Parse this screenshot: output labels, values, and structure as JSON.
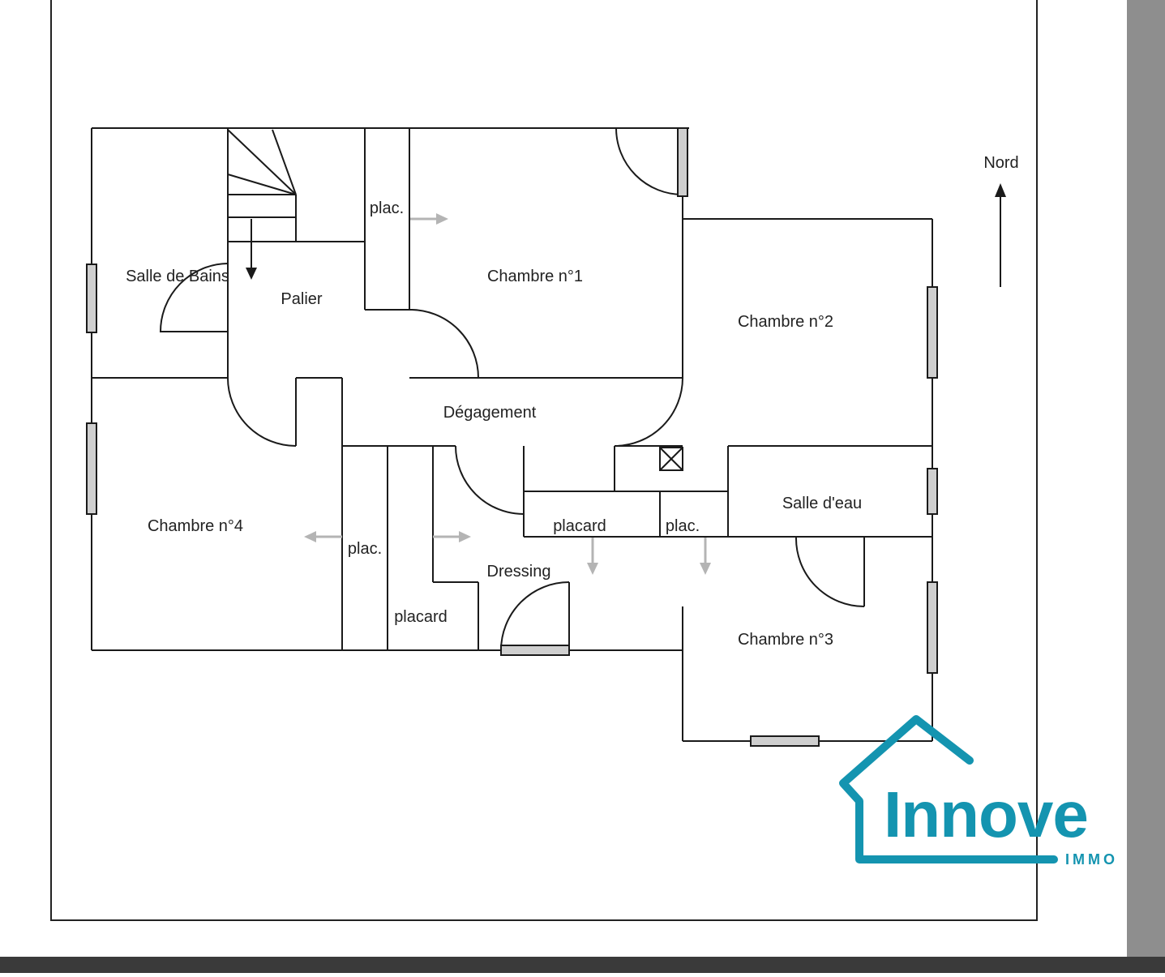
{
  "plan": {
    "rooms": {
      "salle_de_bains": "Salle de Bains",
      "palier": "Palier",
      "chambre_1": "Chambre n°1",
      "chambre_2": "Chambre n°2",
      "chambre_3": "Chambre n°3",
      "chambre_4": "Chambre n°4",
      "degagement": "Dégagement",
      "salle_deau": "Salle d'eau",
      "dressing": "Dressing"
    },
    "closets": {
      "plac_top": "plac.",
      "plac_left": "plac.",
      "plac_right": "plac.",
      "placard_center": "placard",
      "placard_bottom": "placard"
    },
    "north_label": "Nord"
  },
  "logo": {
    "wordmark": "Innove",
    "tagline": "IMMO",
    "color": "#1494b0"
  },
  "colors": {
    "wall": "#1a1a1a",
    "window_fill": "#cfcfcf",
    "arrow_gray": "#b4b4b4",
    "scrollbar": "#8e8e8e"
  }
}
